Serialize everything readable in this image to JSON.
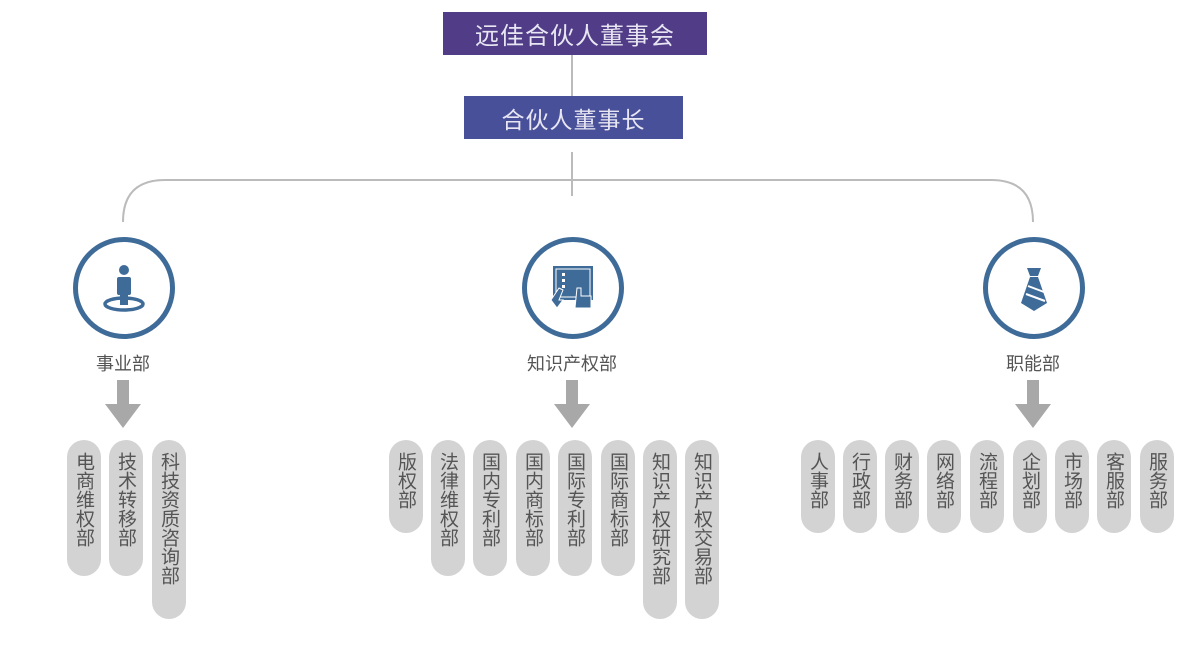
{
  "board": "远佳合伙人董事会",
  "chairman": "合伙人董事长",
  "colors": {
    "board": "#503c87",
    "chairman": "#48509a",
    "circle": "#3f6b98",
    "pill": "#d3d3d3",
    "arrow": "#a8a8a8"
  },
  "divisions": [
    {
      "name": "事业部",
      "icon": "person-on-target-icon",
      "units": [
        "电商维权部",
        "技术转移部",
        "科技资质咨询部"
      ]
    },
    {
      "name": "知识产权部",
      "icon": "touch-tablet-icon",
      "units": [
        "版权部",
        "法律维权部",
        "国内专利部",
        "国内商标部",
        "国际专利部",
        "国际商标部",
        "知识产权研究部",
        "知识产权交易部"
      ]
    },
    {
      "name": "职能部",
      "icon": "necktie-icon",
      "units": [
        "人事部",
        "行政部",
        "财务部",
        "网络部",
        "流程部",
        "企划部",
        "市场部",
        "客服部",
        "服务部"
      ]
    }
  ]
}
